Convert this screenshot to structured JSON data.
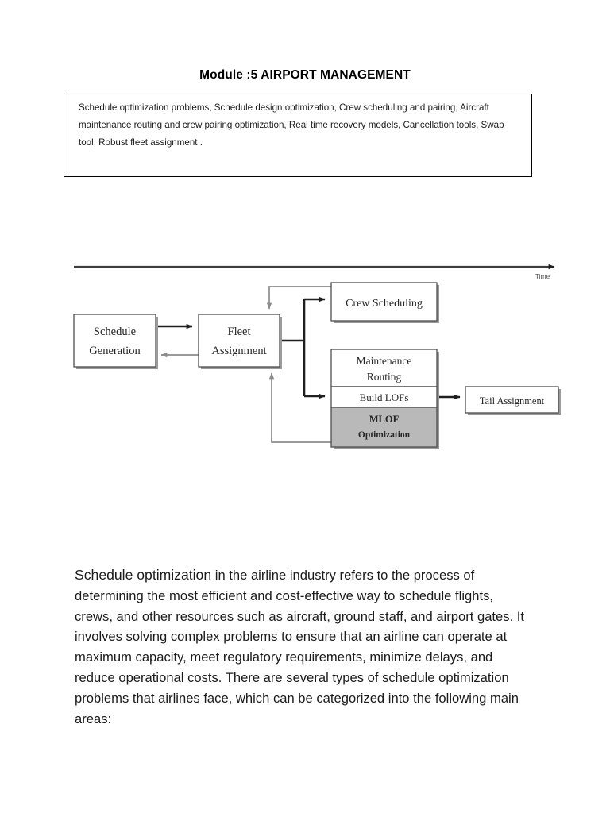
{
  "document": {
    "title": "Module :5 AIRPORT MANAGEMENT",
    "syllabus": "Schedule optimization problems, Schedule design optimization, Crew scheduling and pairing, Aircraft maintenance routing and crew pairing optimization, Real time recovery models, Cancellation tools, Swap tool, Robust fleet assignment ."
  },
  "diagram": {
    "time_axis_label": "Time",
    "nodes": {
      "schedule_generation": "Schedule\nGeneration",
      "schedule_generation_line1": "Schedule",
      "schedule_generation_line2": "Generation",
      "fleet_assignment_line1": "Fleet",
      "fleet_assignment_line2": "Assignment",
      "crew_scheduling": "Crew Scheduling",
      "maintenance_routing_line1": "Maintenance",
      "maintenance_routing_line2": "Routing",
      "build_lofs": "Build LOFs",
      "mlof_line1": "MLOF",
      "mlof_line2": "Optimization",
      "tail_assignment": "Tail Assignment"
    },
    "colors": {
      "mlof_fill": "#b9b9b9",
      "box_stroke": "#4d4d4d",
      "box_shadow": "#9a9a9a",
      "arrow_dark": "#1f1f1f",
      "arrow_light": "#8c8c8c"
    }
  },
  "body": {
    "lead": "Schedule optimization",
    "paragraph": " in the airline industry refers to the process of determining the most efficient and cost-effective way to schedule flights, crews, and other resources such as aircraft, ground staff, and airport gates. It involves solving complex problems to ensure that an airline can operate at maximum capacity, meet regulatory requirements, minimize delays, and reduce operational costs. There are several types of schedule optimization problems that airlines face, which can be categorized into the following main areas:"
  }
}
